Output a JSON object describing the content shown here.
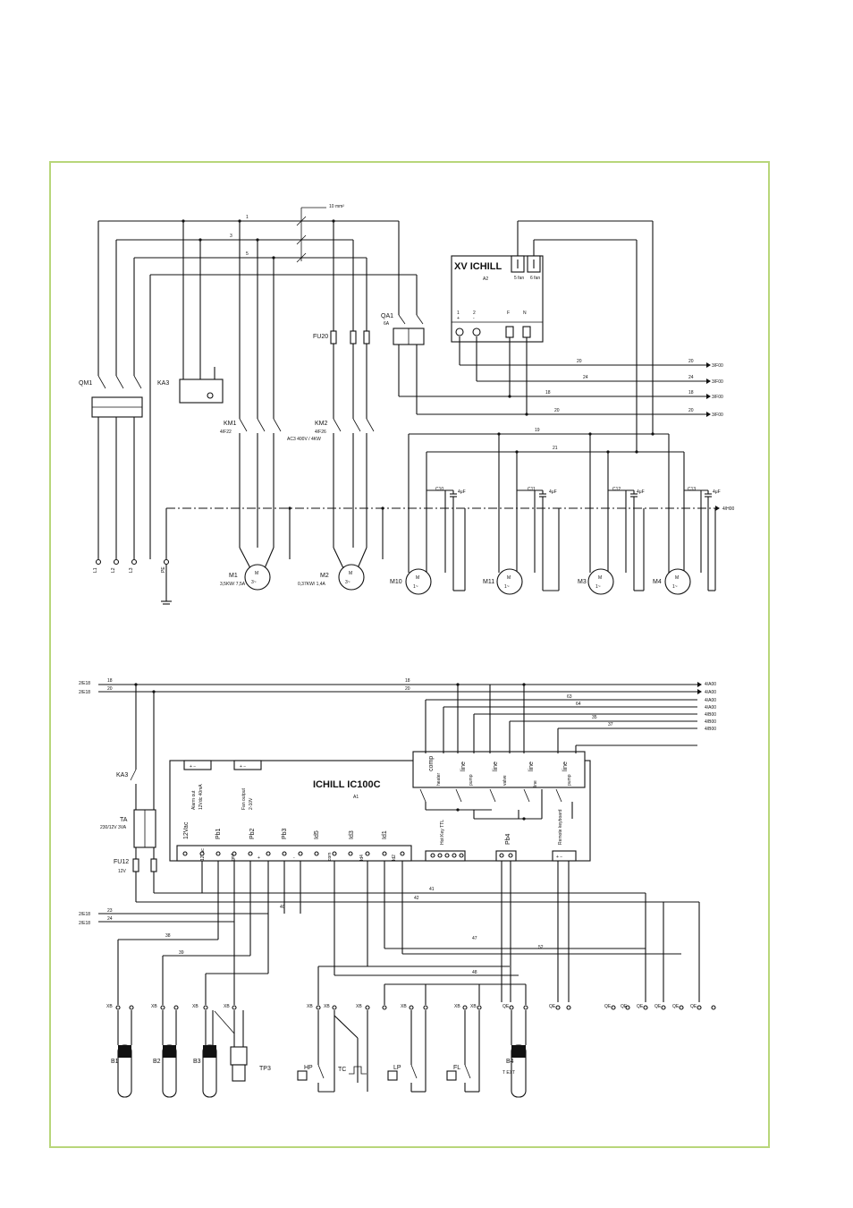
{
  "colors": {
    "frame": "#b8d67a",
    "ink": "#111111",
    "background": "#ffffff"
  },
  "power": {
    "cable_note": "10 mm²",
    "bus_numbers": [
      "1",
      "3",
      "5"
    ],
    "qm1": "QM1",
    "ka3": "KA3",
    "km1": {
      "name": "KM1",
      "ref": "4/F22"
    },
    "km2": {
      "name": "KM2",
      "ref": "4/F26",
      "note": "AC3 400V / 4KW"
    },
    "fu20": "FU20",
    "qa1": {
      "name": "QA1",
      "rating": "6A"
    },
    "xv": {
      "title": "XV ICHILL",
      "ref": "A2",
      "t1": "1",
      "t1s": "+",
      "t2": "2",
      "t2s": "-",
      "tf": "F",
      "tn": "N",
      "fan5": "5 fan",
      "fan6": "6 fan"
    },
    "lines": {
      "w20a": "20",
      "w24": "24",
      "w18": "18",
      "w20b": "20",
      "r20a": "3/F00",
      "r24": "3/F00",
      "r18": "3/F00",
      "r20b": "3/F00",
      "w19": "19",
      "w21": "21"
    },
    "caps": [
      {
        "name": "C10",
        "val": "4μF"
      },
      {
        "name": "C11",
        "val": "4μF"
      },
      {
        "name": "C12",
        "val": "4μF"
      },
      {
        "name": "C13",
        "val": "4μF"
      }
    ],
    "pe_ref": "4/H00",
    "supply": [
      "L1",
      "L2",
      "L3",
      "PE"
    ],
    "motors": [
      {
        "name": "M1",
        "rating": "3,5KW/ 7,5A",
        "type": "3~"
      },
      {
        "name": "M2",
        "rating": "0,37KW/ 1,4A",
        "type": "3~"
      },
      {
        "name": "M10",
        "type": "1~"
      },
      {
        "name": "M11",
        "type": "1~"
      },
      {
        "name": "M3",
        "type": "1~"
      },
      {
        "name": "M4",
        "type": "1~"
      }
    ]
  },
  "control": {
    "title": "ICHILL IC100C",
    "ref": "A1",
    "left_refs": [
      "2/E18",
      "2/E18",
      "2/E18",
      "2/E18"
    ],
    "right_refs": [
      "4/A00",
      "4/A00",
      "4/A00",
      "4/A00",
      "4/B00",
      "4/B00",
      "4/B00"
    ],
    "wires": [
      "18",
      "20",
      "63",
      "64",
      "35",
      "37",
      "23",
      "24",
      "38",
      "39",
      "40",
      "41",
      "42",
      "47",
      "48",
      "52"
    ],
    "ka3": "KA3",
    "ta": {
      "name": "TA",
      "note": "230/12V 3VA"
    },
    "fu12": {
      "name": "FU12",
      "note": "12V"
    },
    "alarm_out": "Alarm out",
    "alarm_note": "12Vdc 40mA",
    "fan_out": "Fan output",
    "fan_note": "2-10V",
    "inputs": [
      "12Vac",
      "Pb1",
      "Pb2",
      "Pb3",
      "Id5",
      "Id3",
      "Id1"
    ],
    "inputs2": [
      "12Vac",
      "gnd",
      "+",
      "-",
      "com",
      "Id4",
      "Id2"
    ],
    "relays": [
      "comp",
      "heater",
      "line",
      "pump",
      "line",
      "valve",
      "line",
      "line",
      "pump",
      "line"
    ],
    "eprom": "Hot Key TTL",
    "pb4": "Pb4",
    "remote": "Remote keyboard",
    "sensors": [
      "B1",
      "B2",
      "B3",
      "TP3",
      "HP",
      "TC",
      "LP",
      "FL",
      "B4"
    ],
    "b4_note": "T EXT",
    "connector": "XB",
    "connector2": "QE"
  }
}
